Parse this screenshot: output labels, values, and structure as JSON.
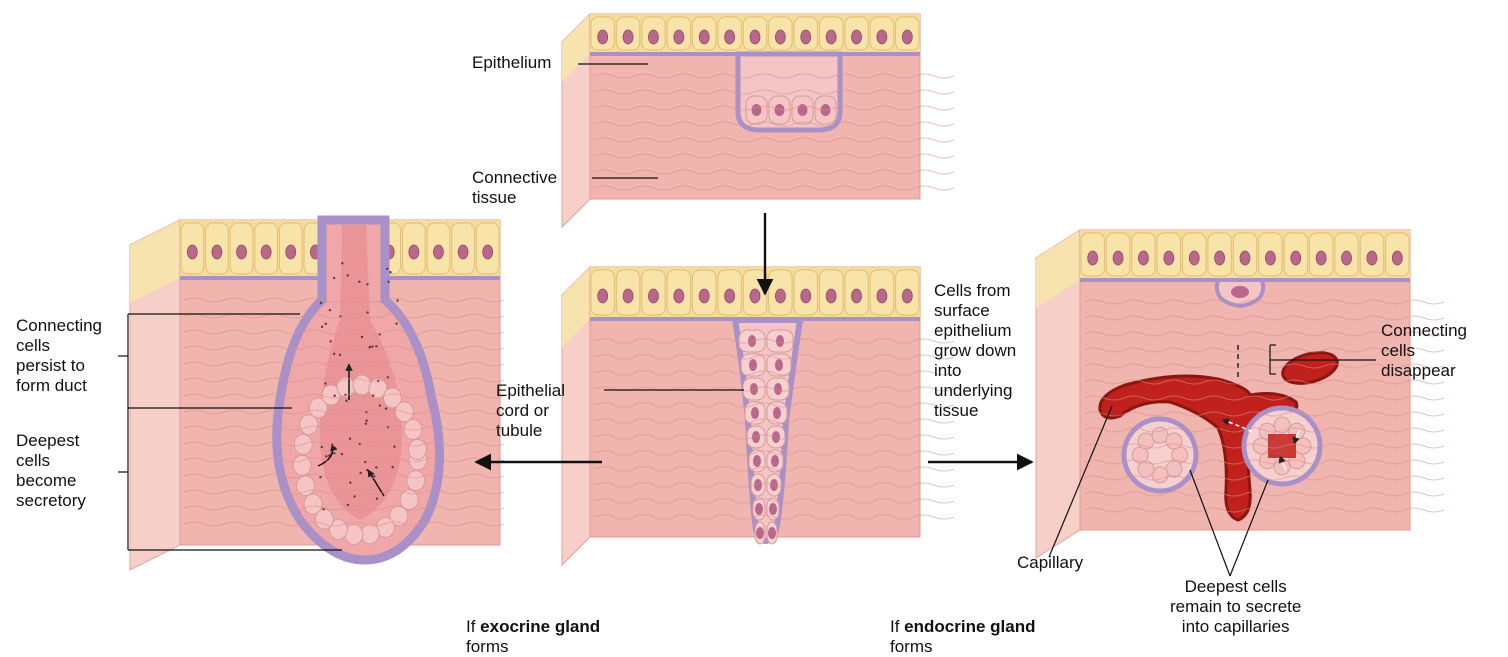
{
  "colors": {
    "epithelium": "#f6dc98",
    "nucleus": "#b9678b",
    "basement_membrane": "#a890c8",
    "connective_tissue": "#f0b5ae",
    "secretory_cells": "#f4c5c4",
    "capillary": "#c0211c",
    "arrow": "#111111"
  },
  "labels": {
    "epithelium": "Epithelium",
    "connective_tissue": [
      "Connective",
      "tissue"
    ],
    "epithelial_cord": [
      "Epithelial",
      "cord or",
      "tubule"
    ],
    "cells_grow_down": [
      "Cells from",
      "surface",
      "epithelium",
      "grow down",
      "into",
      "underlying",
      "tissue"
    ],
    "connecting_persist": [
      "Connecting",
      "cells",
      "persist to",
      "form duct"
    ],
    "deepest_secretory": [
      "Deepest",
      "cells",
      "become",
      "secretory"
    ],
    "connecting_disappear": [
      "Connecting",
      "cells",
      "disappear"
    ],
    "capillary": "Capillary",
    "deepest_remain": [
      "Deepest cells",
      "remain to secrete",
      "into capillaries"
    ]
  },
  "captions": {
    "exocrine": {
      "prefix": "If ",
      "bold": "exocrine gland",
      "suffix": "forms"
    },
    "endocrine": {
      "prefix": "If ",
      "bold": "endocrine gland",
      "suffix": "forms"
    }
  }
}
